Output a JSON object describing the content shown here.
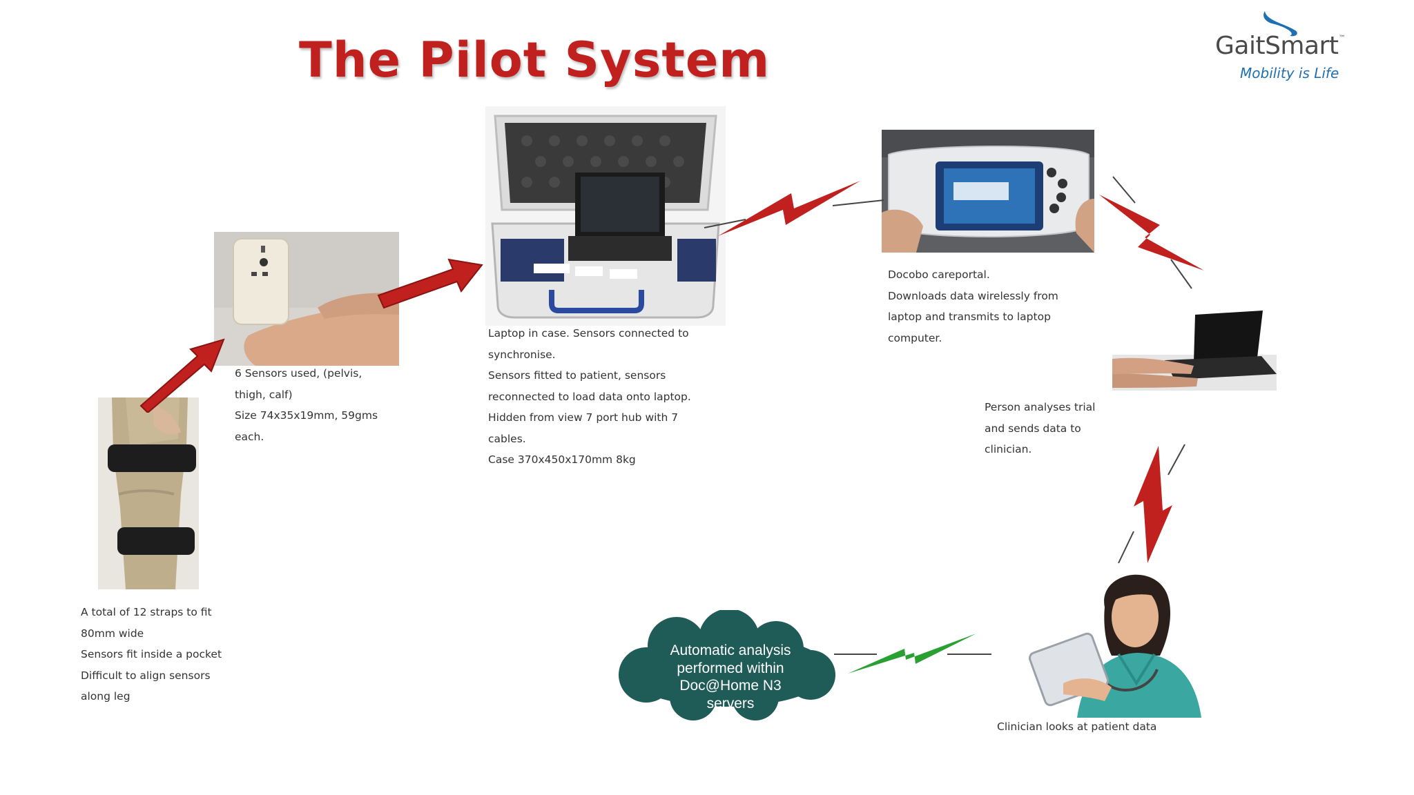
{
  "title": "The Pilot System",
  "logo": {
    "name": "GaitSmart",
    "trademark": "™",
    "tagline": "Mobility is Life"
  },
  "captions": {
    "straps": [
      "A total of 12 straps to fit",
      "80mm wide",
      "Sensors fit inside a pocket",
      "Difficult to align sensors",
      "along leg"
    ],
    "sensors": [
      "6 Sensors used, (pelvis,",
      "thigh, calf)",
      "Size 74x35x19mm, 59gms",
      "each."
    ],
    "laptop_case": [
      "Laptop in case.  Sensors connected to",
      "synchronise.",
      "Sensors fitted to patient, sensors",
      "reconnected to load data onto laptop.",
      "Hidden from view 7 port hub with 7",
      "cables.",
      "Case 370x450x170mm 8kg"
    ],
    "docobo": [
      "Docobo careportal.",
      "Downloads data wirelessly from",
      "laptop and transmits to laptop",
      "computer."
    ],
    "person": [
      "Person analyses trial",
      "and sends data to",
      "clinician."
    ],
    "clinician": [
      "Clinician looks at patient data"
    ]
  },
  "cloud": {
    "lines": [
      "Automatic analysis",
      "performed within",
      "Doc@Home N3",
      "servers"
    ]
  },
  "colors": {
    "title": "#c0201e",
    "arrow": "#c0201e",
    "wireless_bolt_red": "#c0201e",
    "wireless_bolt_green": "#2aa033",
    "cloud_fill": "#1f5b57",
    "logo_text": "#4a4a4a",
    "logo_tagline": "#1f6fb3"
  },
  "images": {
    "leg_straps": "leg-with-straps-photo",
    "sensor_in_hand": "sensor-in-hand-photo",
    "laptop_case": "laptop-in-case-photo",
    "docobo": "docobo-careportal-photo",
    "typing": "hands-typing-laptop-photo",
    "clinician": "clinician-with-tablet-photo"
  }
}
